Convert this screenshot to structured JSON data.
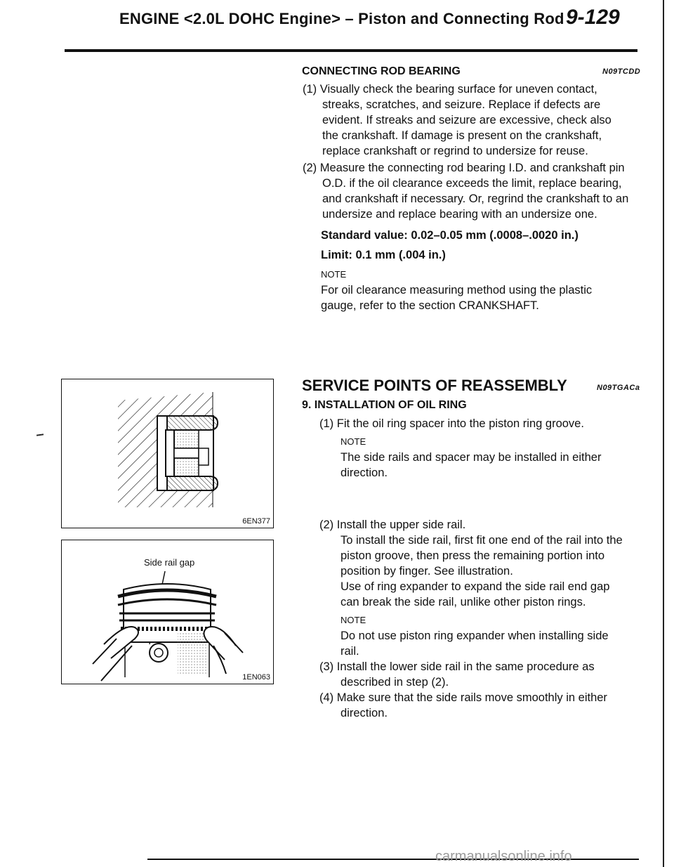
{
  "header": {
    "title": "ENGINE <2.0L DOHC Engine> – Piston and Connecting Rod",
    "page_number": "9-129"
  },
  "bearing": {
    "heading": "CONNECTING ROD BEARING",
    "code": "N09TCDD",
    "step1": "(1) Visually check the bearing surface for uneven contact, streaks, scratches, and seizure. Replace if defects are evident. If streaks and seizure are excessive, check also the crankshaft. If damage is present on the crankshaft, replace crankshaft or regrind to undersize for reuse.",
    "step2": "(2) Measure the connecting rod bearing I.D. and crankshaft pin O.D. if the oil clearance exceeds the limit, replace bearing, and crankshaft if necessary. Or, regrind the crankshaft to an undersize and replace bearing with an undersize one.",
    "standard_value": "Standard value: 0.02–0.05 mm (.0008–.0020 in.)",
    "limit": "Limit: 0.1 mm (.004 in.)",
    "note_label": "NOTE",
    "note_text": "For oil clearance measuring method using the plastic gauge, refer to the section CRANKSHAFT."
  },
  "reassembly": {
    "heading": "SERVICE POINTS OF REASSEMBLY",
    "code": "N09TGACa",
    "subheading": "9. INSTALLATION OF OIL RING",
    "step1": "(1) Fit the oil ring spacer into the piston ring groove.",
    "note1_label": "NOTE",
    "note1_text": "The side rails and spacer may be installed in either direction.",
    "step2": "(2) Install the upper side rail.",
    "step2_detail": "To install the side rail, first fit one end of the rail into the piston groove, then press the remaining portion into position by finger. See illustration.",
    "step2_warning": "Use of ring expander to expand the side rail end gap can break the side rail, unlike other piston rings.",
    "note2_label": "NOTE",
    "note2_text": "Do not use piston ring expander when installing side rail.",
    "step3": "(3) Install the lower side rail in the same procedure as described in step (2).",
    "step4": "(4) Make sure that the side rails move smoothly in either direction."
  },
  "figures": {
    "top_code": "6EN377",
    "bottom_code": "1EN063",
    "bottom_caption": "Side rail gap"
  },
  "watermark": "carmanualsonline.info"
}
